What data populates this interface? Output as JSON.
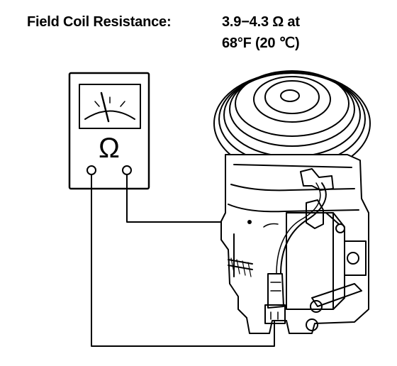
{
  "spec": {
    "label": "Field Coil Resistance:",
    "value": "3.9−4.3 Ω at",
    "condition": "68°F (20 ℃)"
  },
  "meter": {
    "symbol": "Ω"
  },
  "colors": {
    "ink": "#000000",
    "background": "#ffffff"
  }
}
